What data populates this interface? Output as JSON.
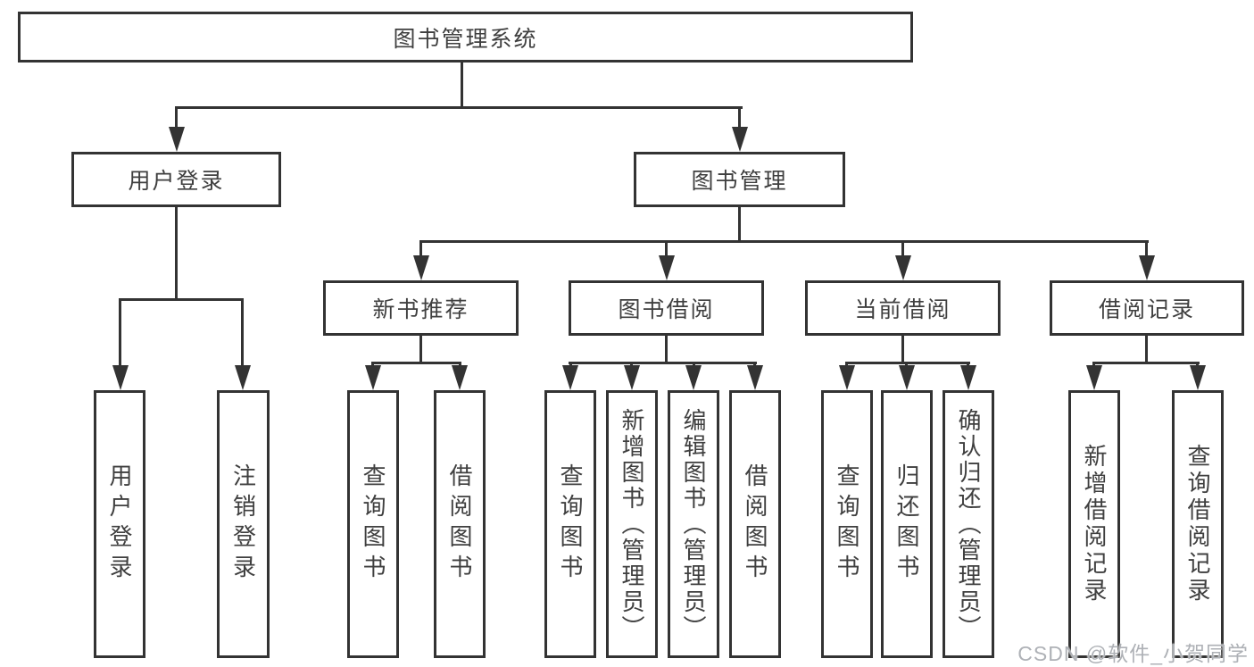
{
  "diagram": {
    "root": "图书管理系统",
    "level2": {
      "user_login": "用户登录",
      "book_management": "图书管理"
    },
    "level3": {
      "new_book": "新书推荐",
      "book_borrow": "图书借阅",
      "current_borrow": "当前借阅",
      "borrow_record": "借阅记录"
    },
    "leaves": {
      "user_login": [
        "用户登录",
        "注销登录"
      ],
      "new_book": [
        "查询图书",
        "借阅图书"
      ],
      "book_borrow": [
        "查询图书",
        "新增图书（管理员）",
        "编辑图书（管理员）",
        "借阅图书"
      ],
      "current_borrow": [
        "查询图书",
        "归还图书",
        "确认归还（管理员）"
      ],
      "borrow_record": [
        "新增借阅记录",
        "查询借阅记录"
      ]
    }
  },
  "watermark": {
    "text": "CSDN @软件_小贺同学"
  },
  "colors": {
    "line": "#333333",
    "text": "#3f3f3f",
    "watermark": "#aeb1b6",
    "background": "#ffffff"
  }
}
